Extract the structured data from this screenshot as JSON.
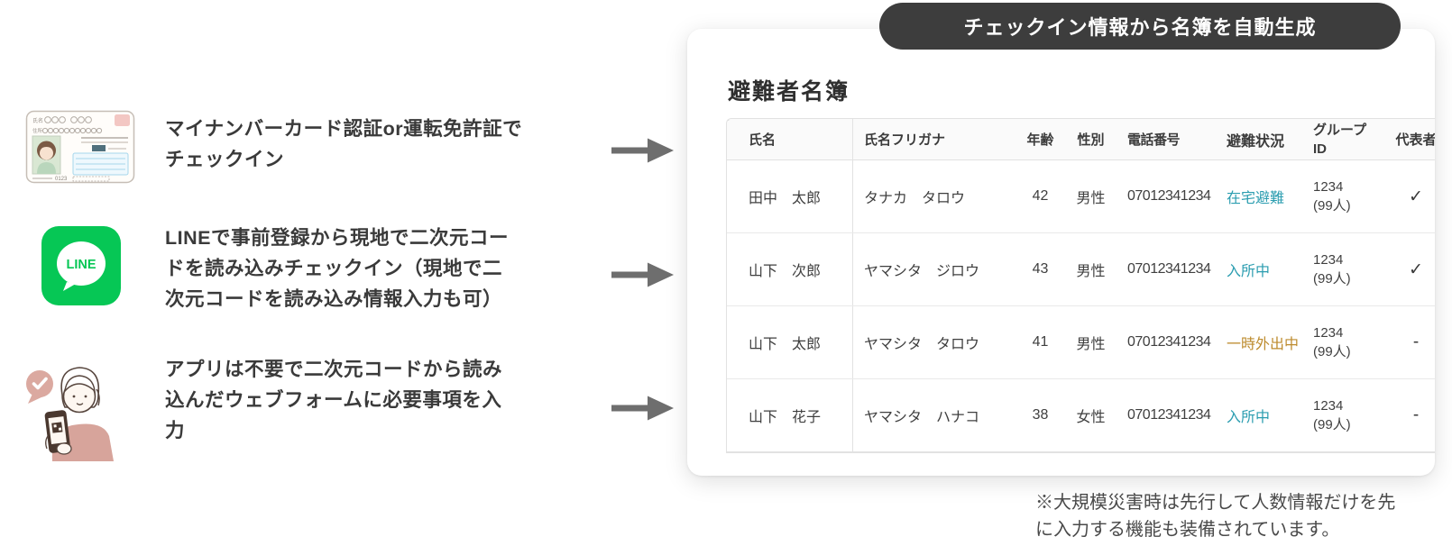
{
  "badge": {
    "label": "チェックイン情報から名簿を自動生成"
  },
  "steps": [
    {
      "icon": "mynumber-card-icon",
      "text": "マイナンバーカード認証or運転免許証で\nチェックイン"
    },
    {
      "icon": "line-icon",
      "line_logo_text": "LINE",
      "text": "LINEで事前登録から現地で二次元コー\nドを読み込みチェックイン（現地で二\n次元コードを読み込み情報入力も可）"
    },
    {
      "icon": "webform-person-icon",
      "text": "アプリは不要で二次元コードから読み\n込んだウェブフォームに必要事項を入\n力"
    }
  ],
  "panel": {
    "title": "避難者名簿",
    "table": {
      "headers": [
        "氏名",
        "氏名フリガナ",
        "年齢",
        "性別",
        "電話番号",
        "避難状況",
        "グループ ID",
        "代表者"
      ],
      "rows": [
        {
          "name": "田中　太郎",
          "furigana": "タナカ　タロウ",
          "age": "42",
          "gender": "男性",
          "phone": "07012341234",
          "status": "在宅避難",
          "status_color": "#2b9db0",
          "group_id": "1234",
          "group_people": "(99人)",
          "representative": "✓"
        },
        {
          "name": "山下　次郎",
          "furigana": "ヤマシタ　ジロウ",
          "age": "43",
          "gender": "男性",
          "phone": "07012341234",
          "status": "入所中",
          "status_color": "#2b9db0",
          "group_id": "1234",
          "group_people": "(99人)",
          "representative": "✓"
        },
        {
          "name": "山下　太郎",
          "furigana": "ヤマシタ　タロウ",
          "age": "41",
          "gender": "男性",
          "phone": "07012341234",
          "status": "一時外出中",
          "status_color": "#bd8b2e",
          "group_id": "1234",
          "group_people": "(99人)",
          "representative": "-"
        },
        {
          "name": "山下　花子",
          "furigana": "ヤマシタ　ハナコ",
          "age": "38",
          "gender": "女性",
          "phone": "07012341234",
          "status": "入所中",
          "status_color": "#2b9db0",
          "group_id": "1234",
          "group_people": "(99人)",
          "representative": "-"
        }
      ]
    },
    "footnote": "※大規模災害時は先行して人数情報だけを先\nに入力する機能も装備されています。"
  },
  "colors": {
    "status_teal": "#2b9db0",
    "status_amber": "#bd8b2e",
    "badge_bg": "#3d3d3d",
    "line_green": "#06C755",
    "arrow_gray": "#6e6e6e"
  }
}
